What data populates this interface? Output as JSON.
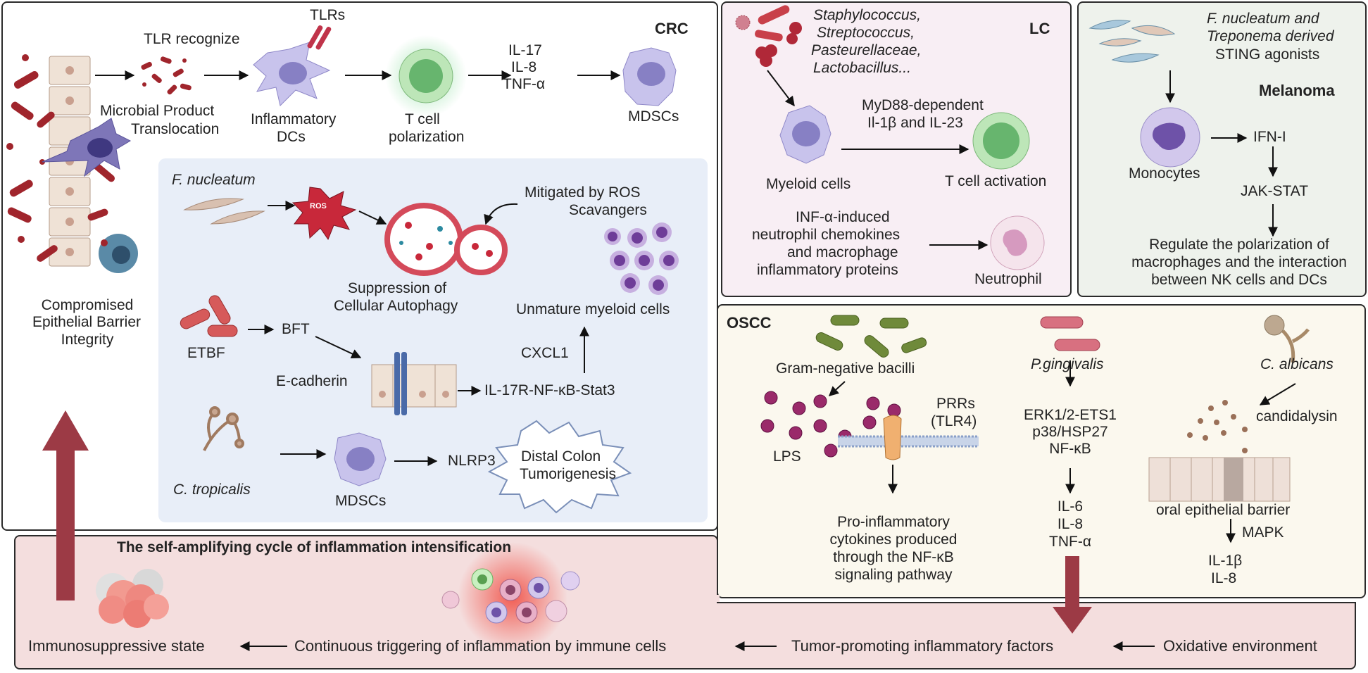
{
  "crc": {
    "title": "CRC",
    "tlrs": "TLRs",
    "tlr_recognize": "TLR recognize",
    "microbial_product": "Microbial Product",
    "translocation": "Translocation",
    "inflammatory": "Inflammatory",
    "dcs": "DCs",
    "t_cell": "T cell",
    "polarization": "polarization",
    "il17": "IL-17",
    "il8": "IL-8",
    "tnfa": "TNF-α",
    "mdscs": "MDSCs",
    "compromised": "Compromised",
    "epithelial_barrier": "Epithelial Barrier",
    "integrity": "Integrity",
    "inner": {
      "f_nucleatum": "F. nucleatum",
      "ros": "ROS",
      "mitigated_1": "Mitigated by  ROS",
      "mitigated_2": "Scavangers",
      "suppression_1": "Suppression of",
      "suppression_2": "Cellular Autophagy",
      "unmature": "Unmature myeloid cells",
      "etbf": "ETBF",
      "bft": "BFT",
      "e_cadherin": "E-cadherin",
      "cxcl1": "CXCL1",
      "il17r": "IL-17R-NF-κB-Stat3",
      "c_tropicalis": "C. tropicalis",
      "mdscs": "MDSCs",
      "nlrp3": "NLRP3",
      "distal_1": "Distal Colon",
      "distal_2": "Tumorigenesis"
    }
  },
  "lc": {
    "title": "LC",
    "bacteria_1": "Staphylococcus,",
    "bacteria_2": "Streptococcus,",
    "bacteria_3": "Pasteurellaceae,",
    "bacteria_4": "Lactobacillus...",
    "myd88_1": "MyD88-dependent",
    "myd88_2": "Il-1β and IL-23",
    "myeloid": "Myeloid cells",
    "t_cell_activation": "T cell activation",
    "inf_1": "INF-α-induced",
    "inf_2": "neutrophil chemokines",
    "inf_3": "and macrophage",
    "inf_4": "inflammatory proteins",
    "neutrophil": "Neutrophil"
  },
  "melanoma": {
    "title": "Melanoma",
    "source_1": "F. nucleatum and",
    "source_2": "Treponema derived",
    "source_3": "STING agonists",
    "monocytes": "Monocytes",
    "ifn": "IFN-I",
    "jak": "JAK-STAT",
    "regulate_1": "Regulate the polarization of",
    "regulate_2": "macrophages and the interaction",
    "regulate_3": "between NK cells and DCs"
  },
  "oscc": {
    "title": "OSCC",
    "gram_negative": "Gram-negative bacilli",
    "lps": "LPS",
    "prrs_1": "PRRs",
    "prrs_2": "(TLR4)",
    "pro_1": "Pro-inflammatory",
    "pro_2": "cytokines produced",
    "pro_3": "through the NF-κB",
    "pro_4": "signaling pathway",
    "p_gingivalis": "P.gingivalis",
    "erk": "ERK1/2-ETS1",
    "p38": "p38/HSP27",
    "nfkb": "NF-κB",
    "il6": "IL-6",
    "il8": "IL-8",
    "tnfa": "TNF-α",
    "c_albicans": "C. albicans",
    "candidalysin": "candidalysin",
    "oral_barrier": "oral epithelial barrier",
    "mapk": "MAPK",
    "il1b": "IL-1β",
    "il8b": "IL-8"
  },
  "cycle": {
    "title": "The self-amplifying cycle of inflammation intensification",
    "immunosuppressive": "Immunosuppressive state",
    "continuous": "Continuous triggering of inflammation by immune cells",
    "tumor_promoting": "Tumor-promoting inflammatory factors",
    "oxidative": "Oxidative environment"
  },
  "colors": {
    "lc_bg": "#f8eef4",
    "melanoma_bg": "#eef2ec",
    "oscc_bg": "#fbf8ee",
    "cycle_bg": "#f4dede",
    "inner_bg": "#e8eef8",
    "big_arrow": "#9c3a45"
  }
}
